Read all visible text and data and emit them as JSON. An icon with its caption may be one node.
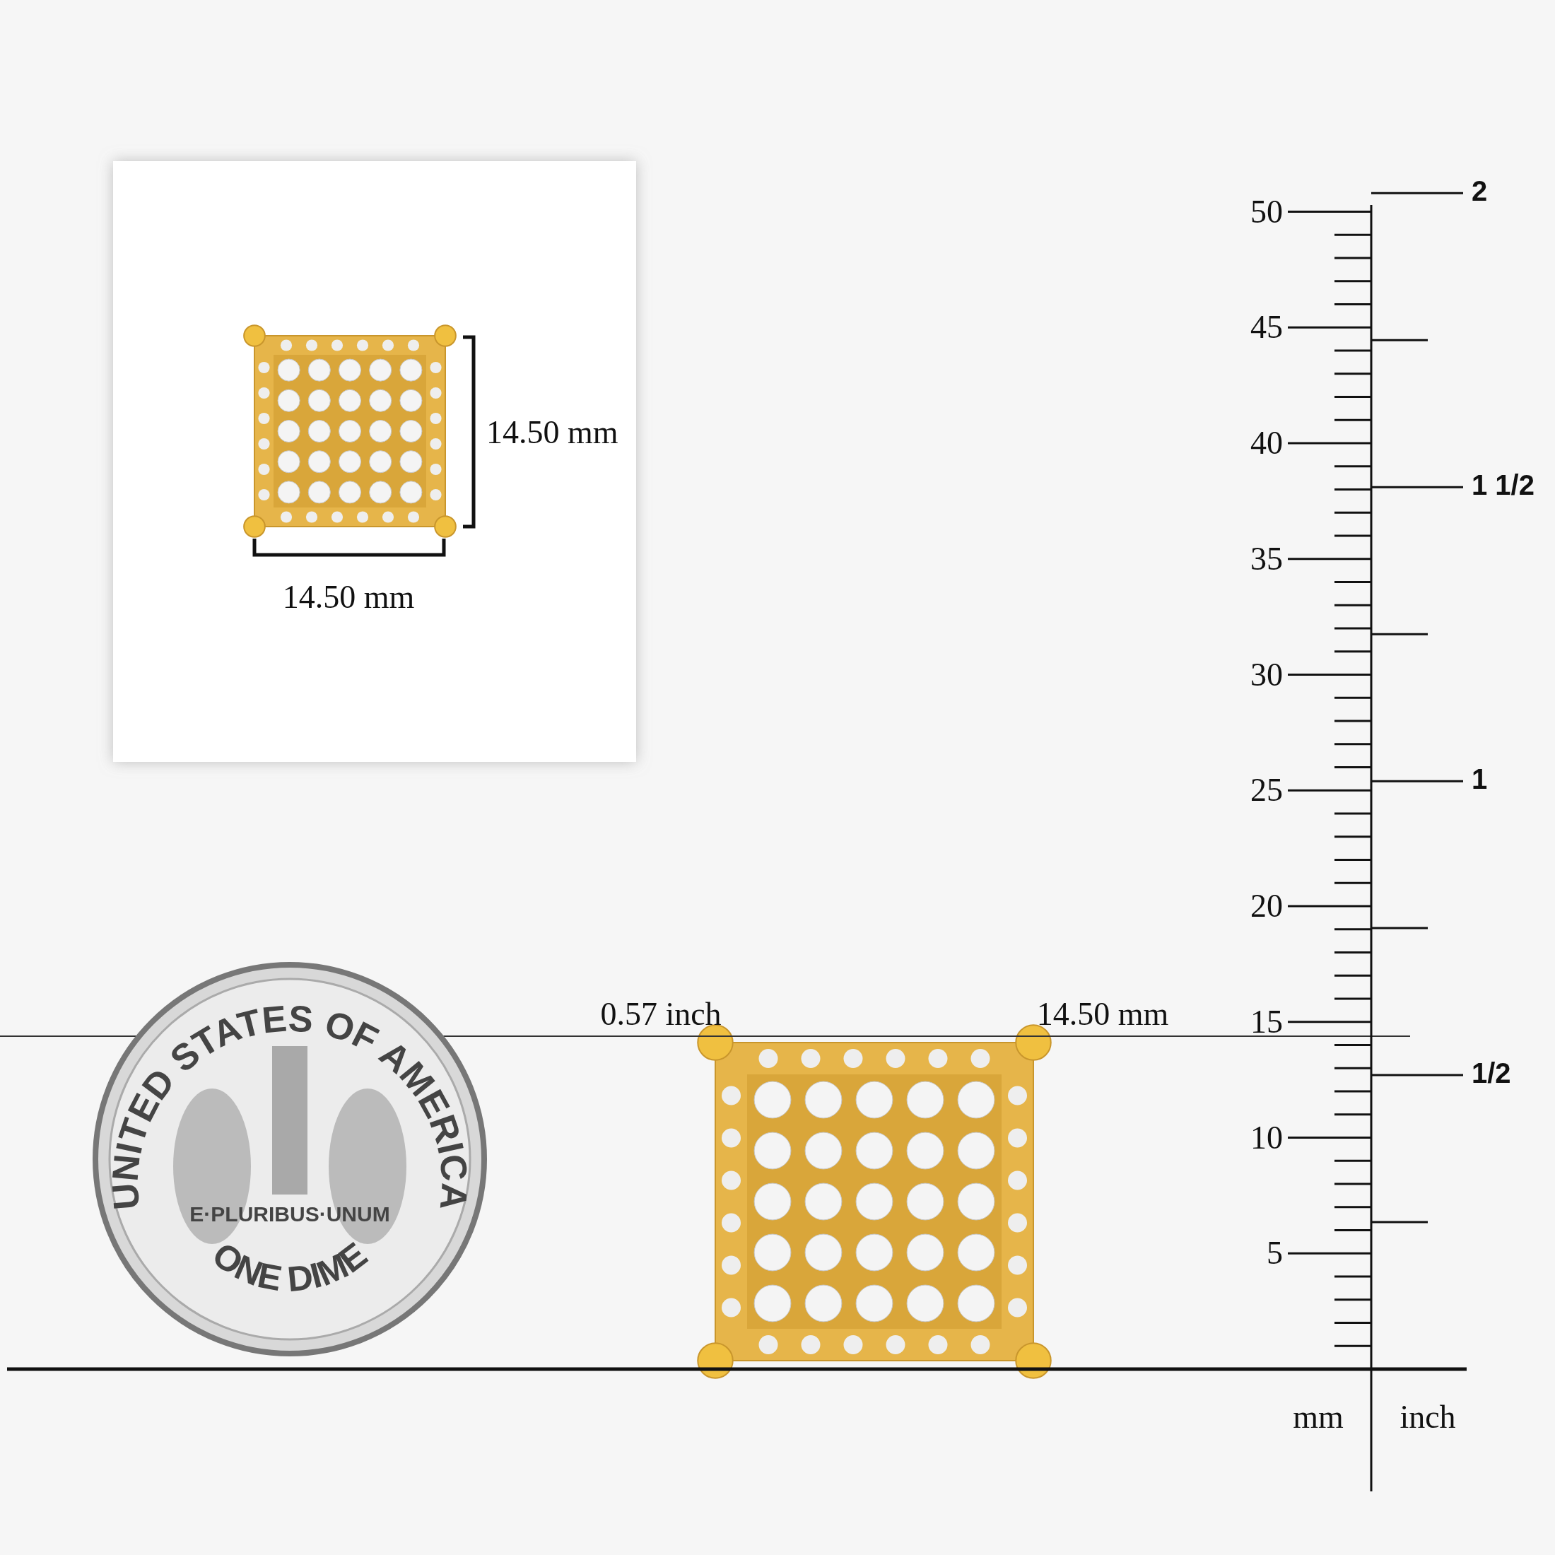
{
  "diagram": {
    "labels": [
      "14.50 mm",
      "14.50 mm",
      "0.57 inch",
      "14.50 mm",
      "50",
      "45",
      "40",
      "35",
      "30",
      "25",
      "20",
      "15",
      "10",
      "5",
      "2",
      "1 1/2",
      "1",
      "1/2",
      "mm",
      "inch",
      "UNITED STATES OF AMERICA",
      "E·PLURIBUS·UNUM",
      "ONE DIME"
    ]
  }
}
